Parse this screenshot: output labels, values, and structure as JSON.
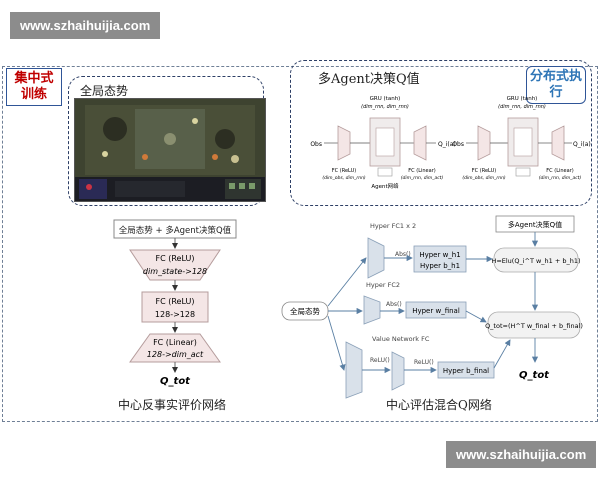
{
  "watermark": {
    "top_text": "www.szhaihuijia.com",
    "bottom_text": "www.szhaihuijia.com"
  },
  "left_panel": {
    "tag": "集中式训练",
    "global_state_title": "全局态势",
    "input_box": "全局态势 + 多Agent决策Q值",
    "layers": [
      {
        "line1": "FC (ReLU)",
        "line2": "dim_state->128"
      },
      {
        "line1": "FC (ReLU)",
        "line2": "128->128"
      },
      {
        "line1": "FC (Linear)",
        "line2": "128->dim_act"
      }
    ],
    "output": "Q_tot",
    "caption": "中心反事实评价网络"
  },
  "agent_panel": {
    "title": "多Agent决策Q值",
    "tag": "分布式执行",
    "gru_label": "GRU (tanh)",
    "gru_dims": "(dim_rnn, dim_rnn)",
    "input": "Obs",
    "output": "Q_i(a)",
    "fc_relu": "FC (ReLU)",
    "fc_relu_dims": "(dim_obs, dim_rnn)",
    "fc_linear": "FC (Linear)",
    "fc_linear_dims": "(dim_rnn, dim_act)",
    "network_label": "Agent网络"
  },
  "mixing": {
    "agent_q": "多Agent决策Q值",
    "global_state": "全局态势",
    "hyper_fc1": "Hyper FC1 x 2",
    "hyper_fc2": "Hyper FC2",
    "value_fc": "Value Network FC",
    "abs": "Abs()",
    "relu": "ReLU()",
    "hyper_w1": "Hyper w_h1",
    "hyper_b1": "Hyper b_h1",
    "hyper_wfinal": "Hyper w_final",
    "hyper_bfinal": "Hyper b_final",
    "h_formula": "H=Elu(Q_i^T w_h1 + b_h1)",
    "qtot_formula": "Q_tot=(H^T w_final + b_final)",
    "output": "Q_tot",
    "caption": "中心评估混合Q网络"
  },
  "colors": {
    "accent_red": "#c00000",
    "accent_blue": "#2e75b6",
    "shape_fill": "#f4e6e6",
    "shape_stroke": "#b59c9c",
    "hyper_fill": "#d9e1ea"
  }
}
